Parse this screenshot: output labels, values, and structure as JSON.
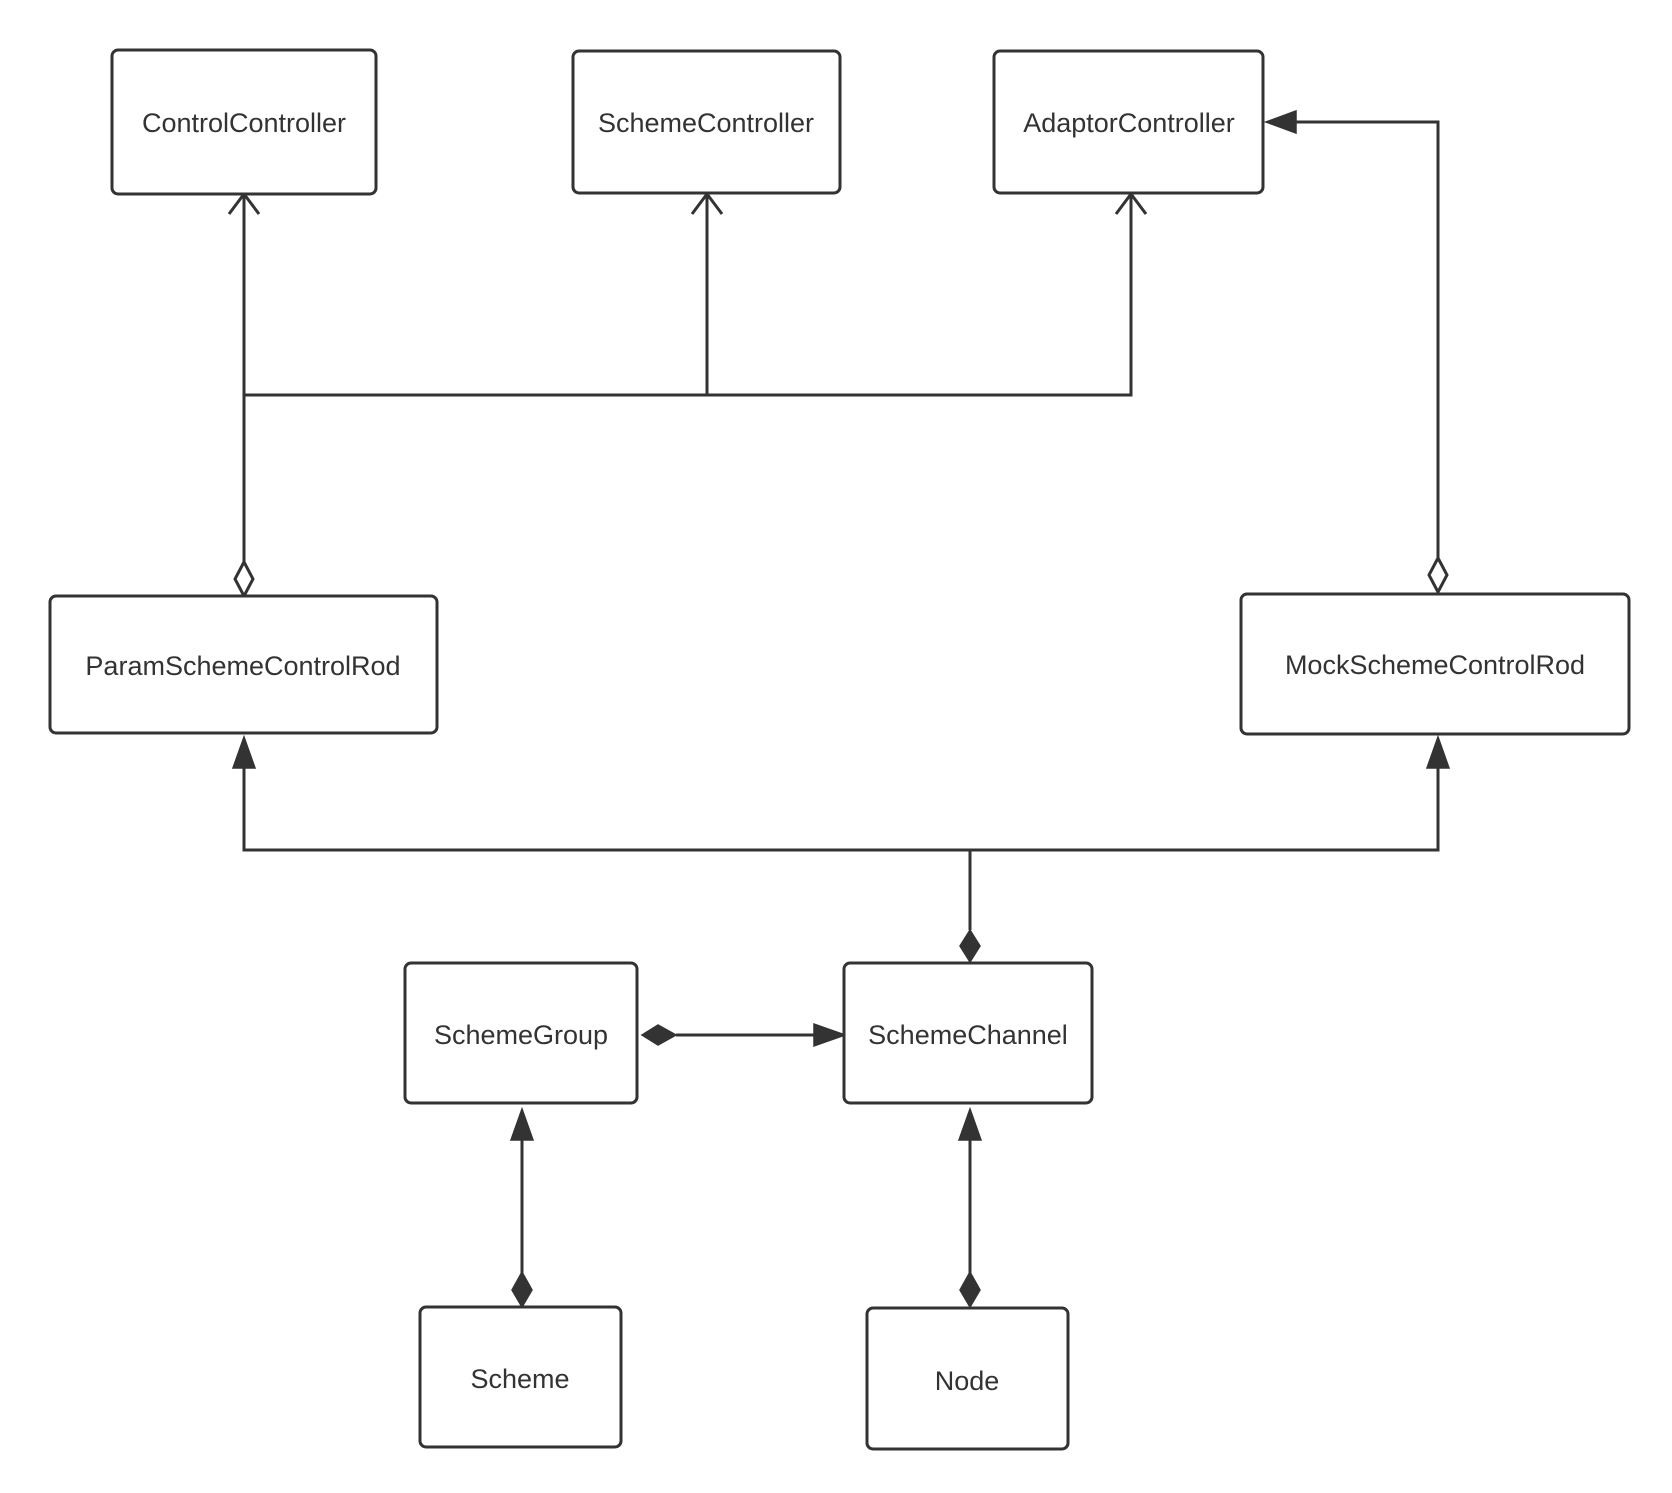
{
  "diagram": {
    "nodes": {
      "control_controller": {
        "label": "ControlController"
      },
      "scheme_controller": {
        "label": "SchemeController"
      },
      "adaptor_controller": {
        "label": "AdaptorController"
      },
      "param_scheme_control_rod": {
        "label": "ParamSchemeControlRod"
      },
      "mock_scheme_control_rod": {
        "label": "MockSchemeControlRod"
      },
      "scheme_group": {
        "label": "SchemeGroup"
      },
      "scheme_channel": {
        "label": "SchemeChannel"
      },
      "scheme": {
        "label": "Scheme"
      },
      "node": {
        "label": "Node"
      }
    },
    "relations": [
      {
        "from": "param_scheme_control_rod",
        "to": "control_controller",
        "source_end": "hollow-diamond",
        "target_end": "open-arrow"
      },
      {
        "from": "param_scheme_control_rod",
        "to": "scheme_controller",
        "source_end": "hollow-diamond",
        "target_end": "open-arrow"
      },
      {
        "from": "param_scheme_control_rod",
        "to": "adaptor_controller",
        "source_end": "hollow-diamond",
        "target_end": "open-arrow"
      },
      {
        "from": "mock_scheme_control_rod",
        "to": "adaptor_controller",
        "source_end": "hollow-diamond",
        "target_end": "filled-arrow"
      },
      {
        "from": "scheme_channel",
        "to": "param_scheme_control_rod",
        "source_end": "filled-diamond",
        "target_end": "filled-arrow"
      },
      {
        "from": "scheme_channel",
        "to": "mock_scheme_control_rod",
        "source_end": "filled-diamond",
        "target_end": "filled-arrow"
      },
      {
        "from": "scheme_group",
        "to": "scheme_channel",
        "source_end": "filled-diamond",
        "target_end": "filled-arrow"
      },
      {
        "from": "scheme",
        "to": "scheme_group",
        "source_end": "filled-diamond",
        "target_end": "filled-arrow"
      },
      {
        "from": "node",
        "to": "scheme_channel",
        "source_end": "filled-diamond",
        "target_end": "filled-arrow"
      }
    ],
    "colors": {
      "stroke": "#333333",
      "background": "#ffffff",
      "box_fill": "#ffffff",
      "text": "#333333"
    }
  }
}
